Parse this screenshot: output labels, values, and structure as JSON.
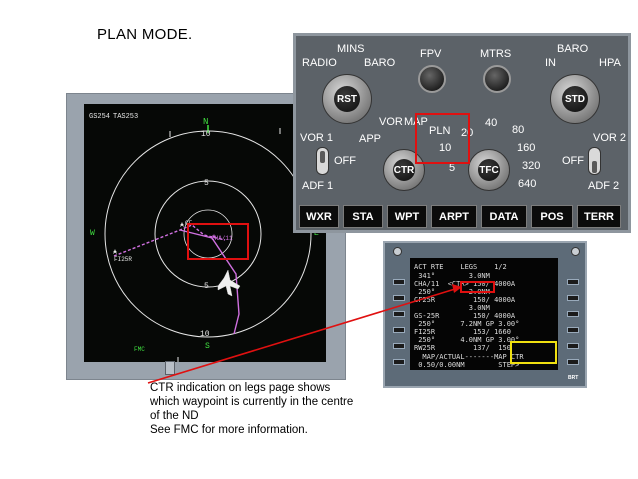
{
  "slide": {
    "title": "PLAN MODE.",
    "note_lines": [
      "CTR indication on legs page shows",
      "which waypoint is currently in the centre",
      "of the ND",
      "See FMC for more information."
    ]
  },
  "nd": {
    "gs_label": "GS254",
    "tas_label": "TAS253",
    "north_label": "N",
    "range_top": "10",
    "range_mid_top": "5",
    "range_mid_bottom": "5",
    "range_bottom": "10",
    "west_label": "W",
    "east_label": "E",
    "south_label": "S",
    "wpt_cha": "CHA/11",
    "wpt_cf": "CF",
    "wpt_fi": "FI25R",
    "fmc_source": "FMC",
    "right_edge_char": "C"
  },
  "efis": {
    "mins_label": "MINS",
    "radio_label": "RADIO",
    "baro_left_label": "BARO",
    "rst_label": "RST",
    "fpv_label": "FPV",
    "mtrs_label": "MTRS",
    "baro_right_label": "BARO",
    "in_label": "IN",
    "hpa_label": "HPA",
    "std_label": "STD",
    "vor1_label": "VOR 1",
    "adf1_label": "ADF 1",
    "off_left_label": "OFF",
    "vor2_label": "VOR 2",
    "adf2_label": "ADF 2",
    "off_right_label": "OFF",
    "mode_vor": "VOR",
    "mode_map": "MAP",
    "mode_app": "APP",
    "mode_pln": "PLN",
    "ctr_label": "CTR",
    "tfc_label": "TFC",
    "range_10": "10",
    "range_20": "20",
    "range_40": "40",
    "range_80": "80",
    "range_160": "160",
    "range_320": "320",
    "range_640": "640",
    "range_5": "5",
    "buttons": [
      "WXR",
      "STA",
      "WPT",
      "ARPT",
      "DATA",
      "POS",
      "TERR"
    ]
  },
  "fmc": {
    "header": "ACT RTE    LEGS    1/2",
    "lines": [
      " 341°        3.0NM",
      "CHA/11  <CTR> 150/ 4000A",
      " 250°        2.0NM",
      "CF25R         150/ 4000A",
      "             3.0NM",
      "GS-25R        150/ 4000A",
      " 250°      7.2NM GP 3.00°",
      "FI25R         153/ 1660",
      " 250°      4.0NM GP 3.00°",
      "RW25R         137/  150",
      "  MAP/ACTUAL-------MAP CTR",
      " 0.50/0.00NM        STEP>"
    ],
    "brt_label": "BRT"
  },
  "colors": {
    "highlight_red": "#e01010",
    "highlight_yellow": "#f0e010",
    "route_magenta": "#d070e0"
  }
}
